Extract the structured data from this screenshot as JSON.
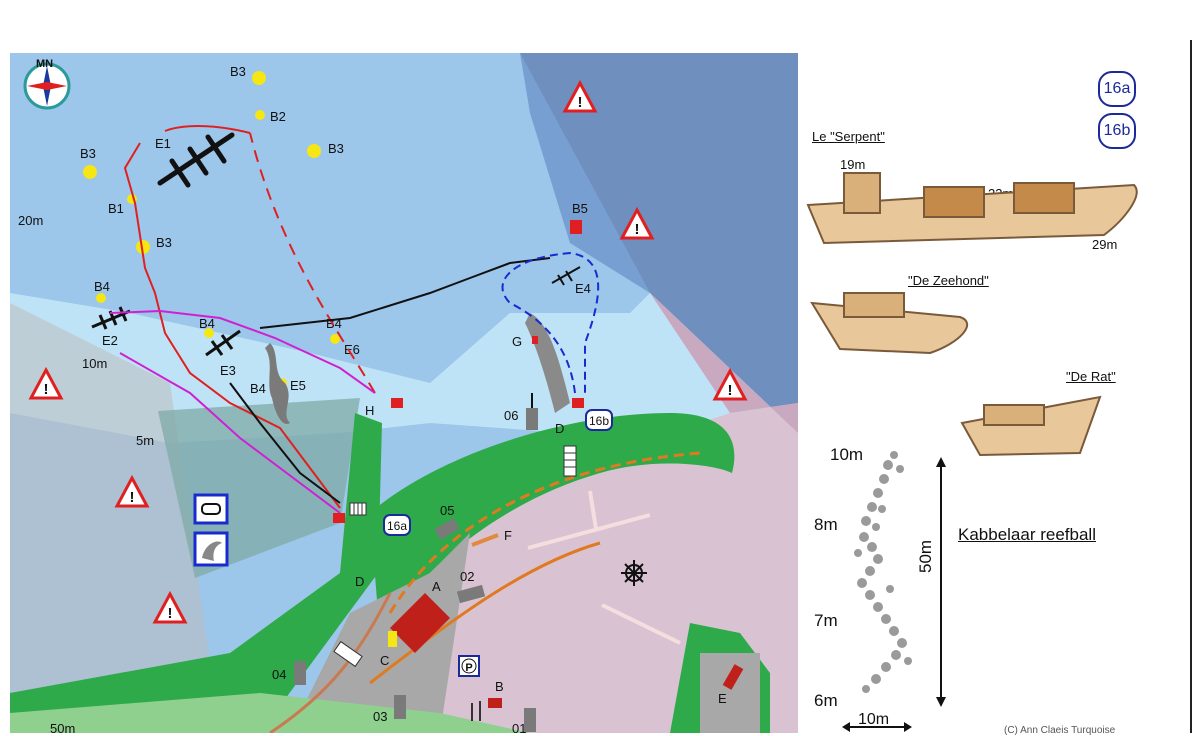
{
  "compass": {
    "label": "MN"
  },
  "depths": {
    "d20": "20m",
    "d10": "10m",
    "d5": "5m",
    "d50": "50m"
  },
  "buoys": {
    "b1": "B1",
    "b2": "B2",
    "b3a": "B3",
    "b3b": "B3",
    "b3c": "B3",
    "b3d": "B3",
    "b4a": "B4",
    "b4b": "B4",
    "b4c": "B4",
    "b4d": "B4",
    "b5": "B5"
  },
  "wrecks": {
    "e1": "E1",
    "e2": "E2",
    "e3": "E3",
    "e4": "E4",
    "e5": "E5",
    "e6": "E6"
  },
  "places": {
    "a": "A",
    "b": "B",
    "c": "C",
    "d1": "D",
    "d2": "D",
    "e": "E",
    "f": "F",
    "g": "G",
    "h": "H"
  },
  "entries": {
    "e01": "01",
    "e02": "02",
    "e03": "03",
    "e04": "04",
    "e05": "05",
    "e06": "06"
  },
  "routes": {
    "r16a": "16a",
    "r16b": "16b"
  },
  "parking": "P",
  "legend": {
    "badge_a": "16a",
    "badge_b": "16b",
    "serpent": {
      "title": "Le \"Serpent\"",
      "m19": "19m",
      "m23": "23m",
      "m29": "29m"
    },
    "zeehond": "\"De Zeehond\"",
    "rat": "\"De Rat\"",
    "reefball": {
      "title": "Kabbelaar reefball",
      "d10": "10m",
      "d8": "8m",
      "d7": "7m",
      "d6": "6m",
      "length": "50m",
      "width": "10m"
    },
    "copyright": "(C) Ann Claeis Turquoise"
  },
  "colors": {
    "sea_deep": "#8fb8e0",
    "sea_shallow": "#bde0f5",
    "land": "#2eaa4a",
    "quay": "#a8a8a8",
    "harbor": "#d9c3d2",
    "warning": "#e02020"
  }
}
